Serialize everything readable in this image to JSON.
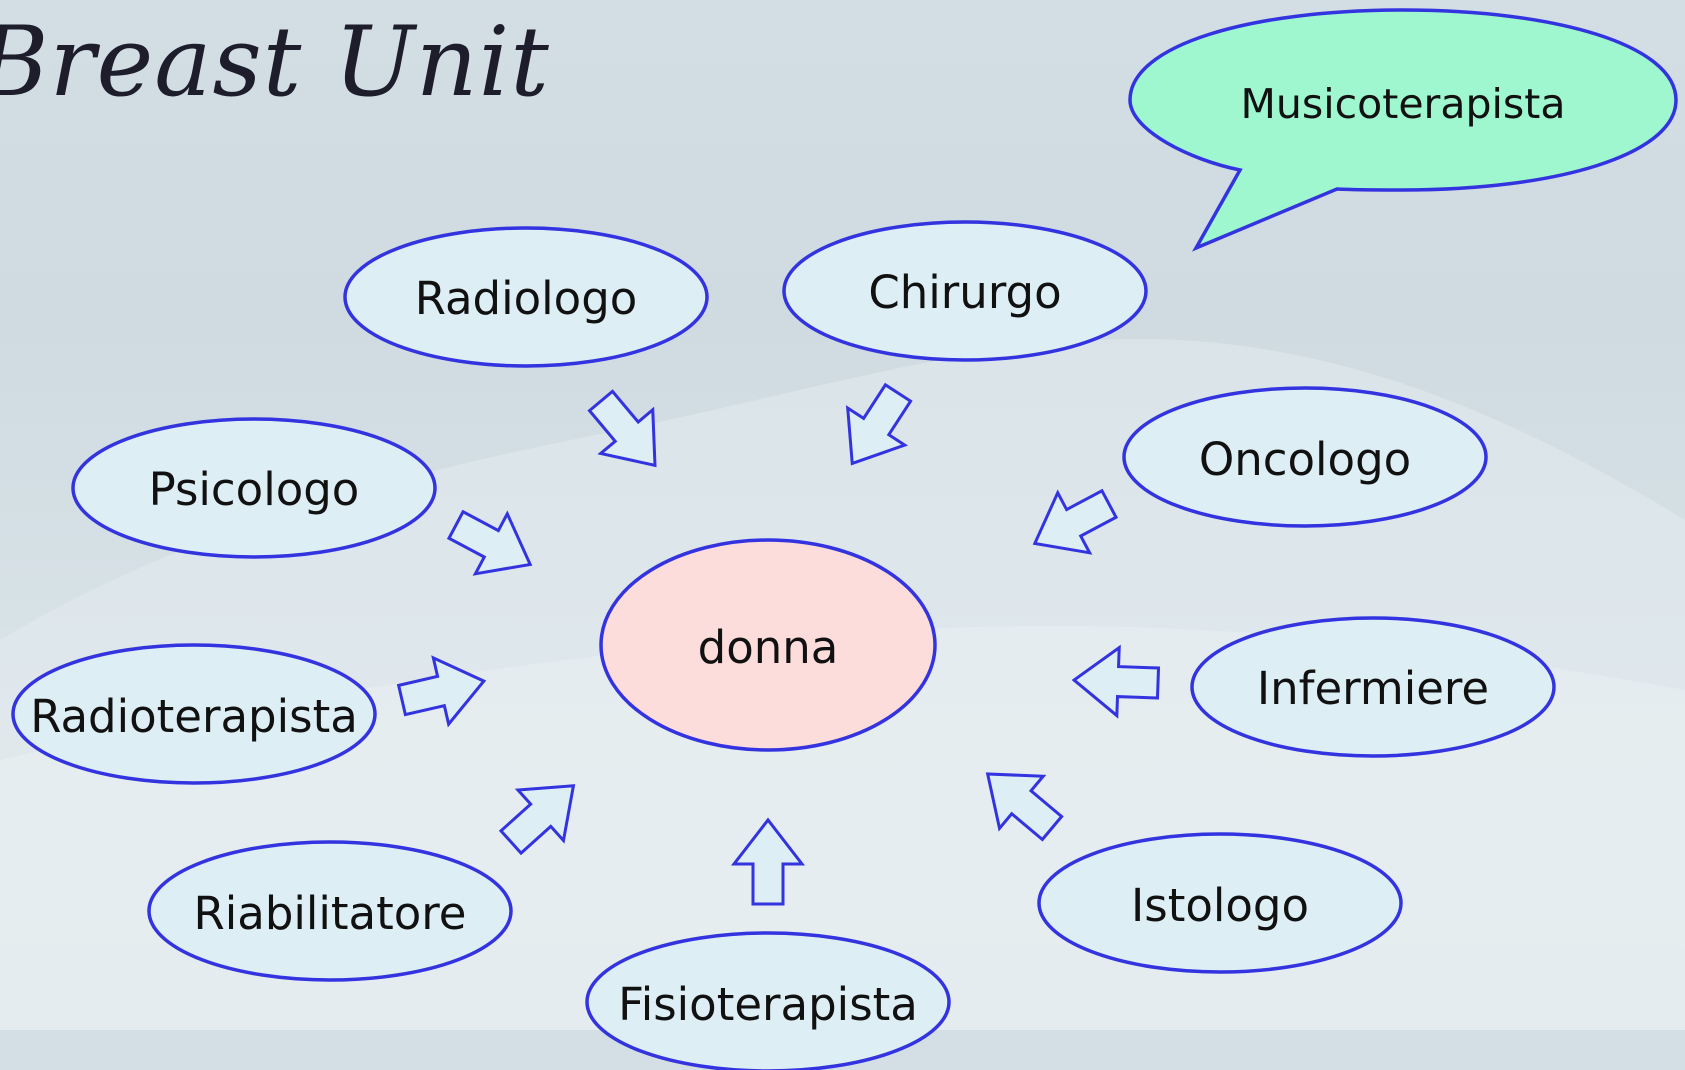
{
  "title": "Breast Unit",
  "center": {
    "label": "donna"
  },
  "roles": {
    "radiologo": "Radiologo",
    "chirurgo": "Chirurgo",
    "oncologo": "Oncologo",
    "psicologo": "Psicologo",
    "radioterapista": "Radioterapista",
    "infermiere": "Infermiere",
    "riabilitatore": "Riabilitatore",
    "fisioterapista": "Fisioterapista",
    "istologo": "Istologo"
  },
  "callout": {
    "label": "Musicoterapista"
  },
  "colors": {
    "node_fill": "#ddeef4",
    "center_fill": "#fddcdc",
    "callout_fill": "#9ff7cf",
    "stroke": "#3333e0"
  }
}
